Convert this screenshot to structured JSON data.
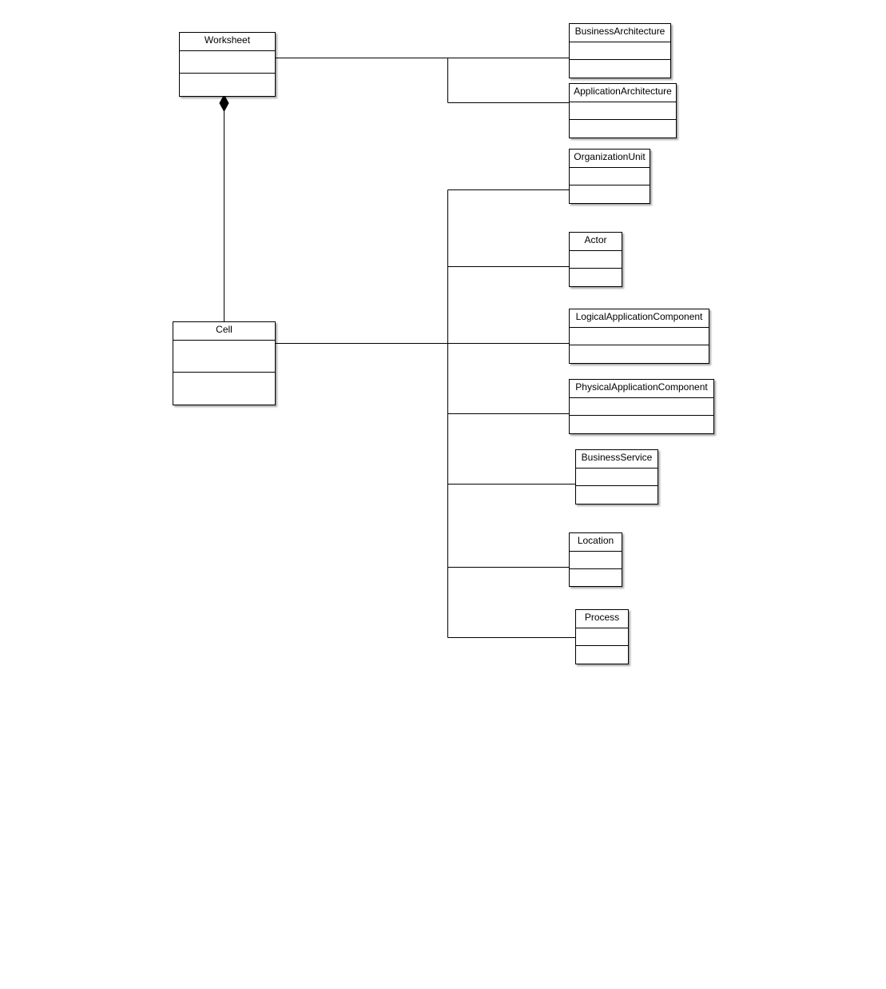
{
  "diagram": {
    "classes": {
      "worksheet": {
        "name": "Worksheet"
      },
      "cell": {
        "name": "Cell"
      },
      "business_architecture": {
        "name": "BusinessArchitecture"
      },
      "application_architecture": {
        "name": "ApplicationArchitecture"
      },
      "organization_unit": {
        "name": "OrganizationUnit"
      },
      "actor": {
        "name": "Actor"
      },
      "logical_application_component": {
        "name": "LogicalApplicationComponent"
      },
      "physical_application_component": {
        "name": "PhysicalApplicationComponent"
      },
      "business_service": {
        "name": "BusinessService"
      },
      "location": {
        "name": "Location"
      },
      "process": {
        "name": "Process"
      }
    },
    "relationships": [
      {
        "from": "Worksheet",
        "to": "Cell",
        "type": "composition"
      },
      {
        "from": "Worksheet",
        "to": "BusinessArchitecture",
        "type": "association"
      },
      {
        "from": "Worksheet",
        "to": "ApplicationArchitecture",
        "type": "association"
      },
      {
        "from": "Cell",
        "to": "OrganizationUnit",
        "type": "association"
      },
      {
        "from": "Cell",
        "to": "Actor",
        "type": "association"
      },
      {
        "from": "Cell",
        "to": "LogicalApplicationComponent",
        "type": "association"
      },
      {
        "from": "Cell",
        "to": "PhysicalApplicationComponent",
        "type": "association"
      },
      {
        "from": "Cell",
        "to": "BusinessService",
        "type": "association"
      },
      {
        "from": "Cell",
        "to": "Location",
        "type": "association"
      },
      {
        "from": "Cell",
        "to": "Process",
        "type": "association"
      }
    ]
  }
}
